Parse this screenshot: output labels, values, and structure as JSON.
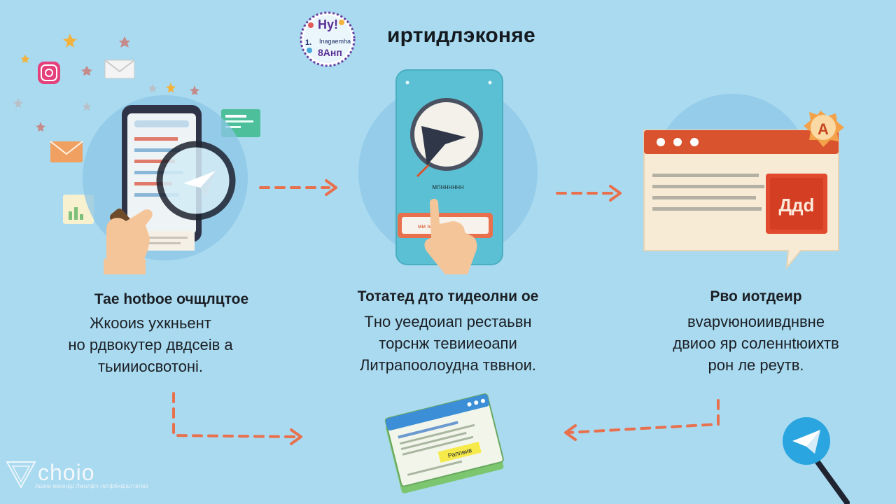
{
  "header": {
    "title": "иртидлэконяе",
    "badge_line1": "Ну!",
    "badge_line2": "Inagaemha",
    "badge_line3": "8Анп",
    "badge_number": "1."
  },
  "steps": [
    {
      "title": "Тае hotboe очщлцтое",
      "lines": [
        "Жкооиs ухкньент",
        "но рдвокутер двдсеів а",
        "тьиииосвотоні."
      ]
    },
    {
      "title": "Тотатед дто тидеолни ое",
      "lines": [
        "Тно уеедоиап рестаьвн",
        "торснж тевииеоапи",
        "Литрапоолоудна тввнои."
      ]
    },
    {
      "title": "Рво иотдеир",
      "lines": [
        "вvapvюноиивднвне",
        "двиоо яр соленнtюихтв",
        "рон ле реутв."
      ]
    }
  ],
  "phone_label": "мпнннннн",
  "phone_button": "мм эап",
  "browser_card": "Ддd",
  "badge_corner": "А",
  "doc_tag": "Раппвив",
  "watermark": {
    "brand": "choio",
    "caption": "Ашнм ммонрд Лмнлфч гмтфбифалтвтмр"
  },
  "colors": {
    "background": "#a9daf0",
    "arrow": "#e8704d",
    "phone": "#5bc0d3",
    "browser_header": "#d9532e",
    "telegram_blue": "#2aa5e0"
  }
}
